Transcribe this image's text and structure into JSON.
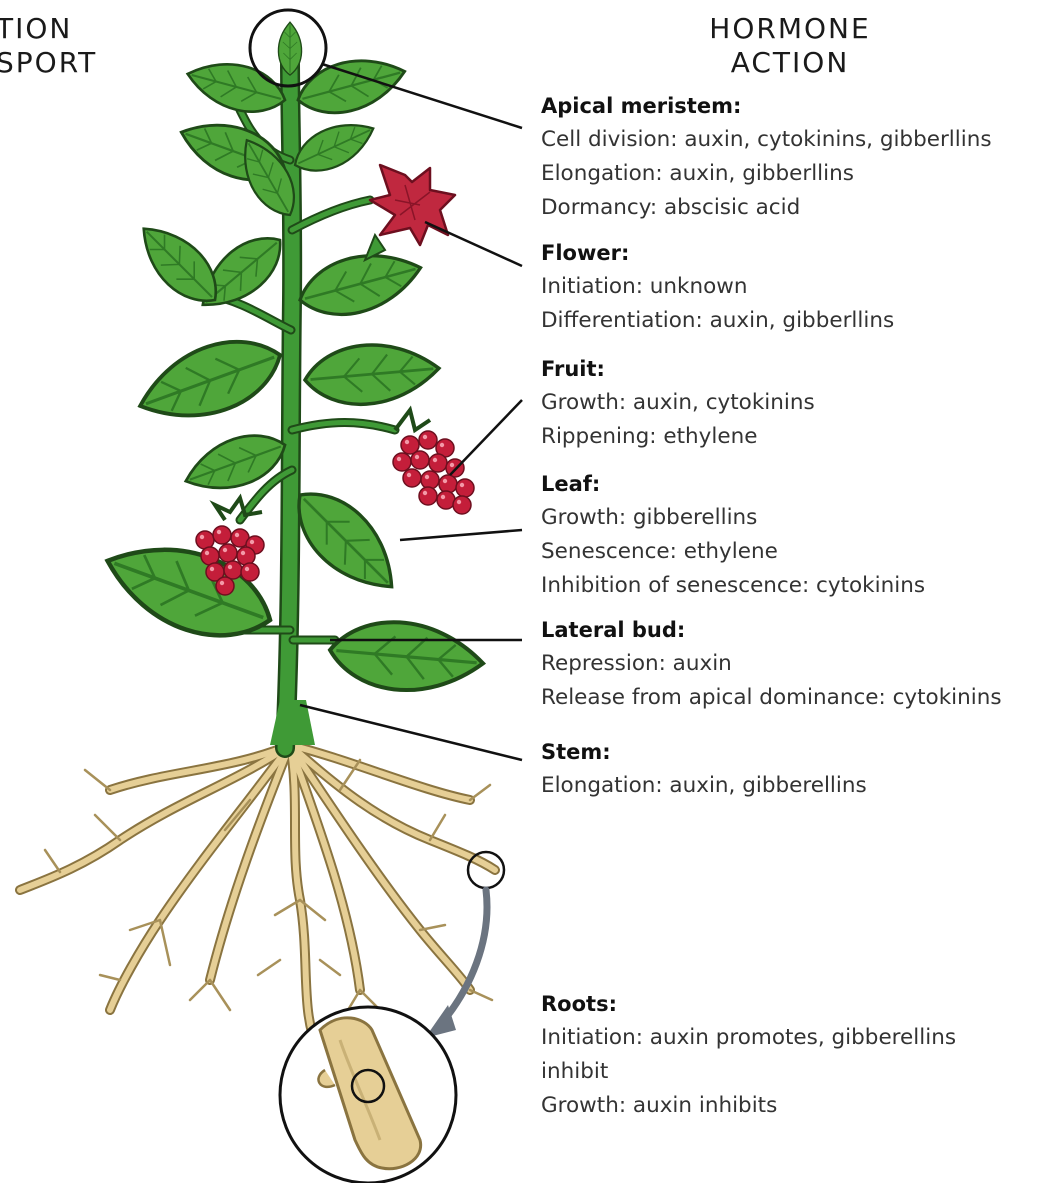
{
  "headings": {
    "left": [
      "TION",
      "SPORT"
    ],
    "right": [
      "HORMONE",
      "ACTION"
    ]
  },
  "blocks": [
    {
      "id": "apical",
      "title": "Apical meristem:",
      "lines": [
        "Cell division: auxin, cytokinins, gibberllins",
        "Elongation: auxin, gibberllins",
        "Dormancy: abscisic acid"
      ]
    },
    {
      "id": "flower",
      "title": "Flower:",
      "lines": [
        "Initiation: unknown",
        "Differentiation: auxin, gibberllins"
      ]
    },
    {
      "id": "fruit",
      "title": "Fruit:",
      "lines": [
        "Growth: auxin, cytokinins",
        "Rippening: ethylene"
      ]
    },
    {
      "id": "leaf",
      "title": "Leaf:",
      "lines": [
        "Growth: gibberellins",
        "Senescence: ethylene",
        "Inhibition of senescence: cytokinins"
      ]
    },
    {
      "id": "lateral",
      "title": "Lateral bud:",
      "lines": [
        "Repression: auxin",
        "Release from apical dominance: cytokinins"
      ]
    },
    {
      "id": "stem",
      "title": "Stem:",
      "lines": [
        "Elongation: auxin, gibberellins"
      ]
    },
    {
      "id": "roots",
      "title": "Roots:",
      "lines": [
        "Initiation: auxin promotes, gibberellins inhibit",
        "Growth: auxin inhibits"
      ]
    }
  ],
  "colors": {
    "leaf": "#4fa63a",
    "leaf_dark": "#2f7a25",
    "stem": "#3f9a36",
    "flower": "#c0283f",
    "fruit": "#c41e3a",
    "root": "#e6cf96",
    "root_outline": "#8a7440",
    "leader": "#111111",
    "arrow": "#6b7480"
  }
}
